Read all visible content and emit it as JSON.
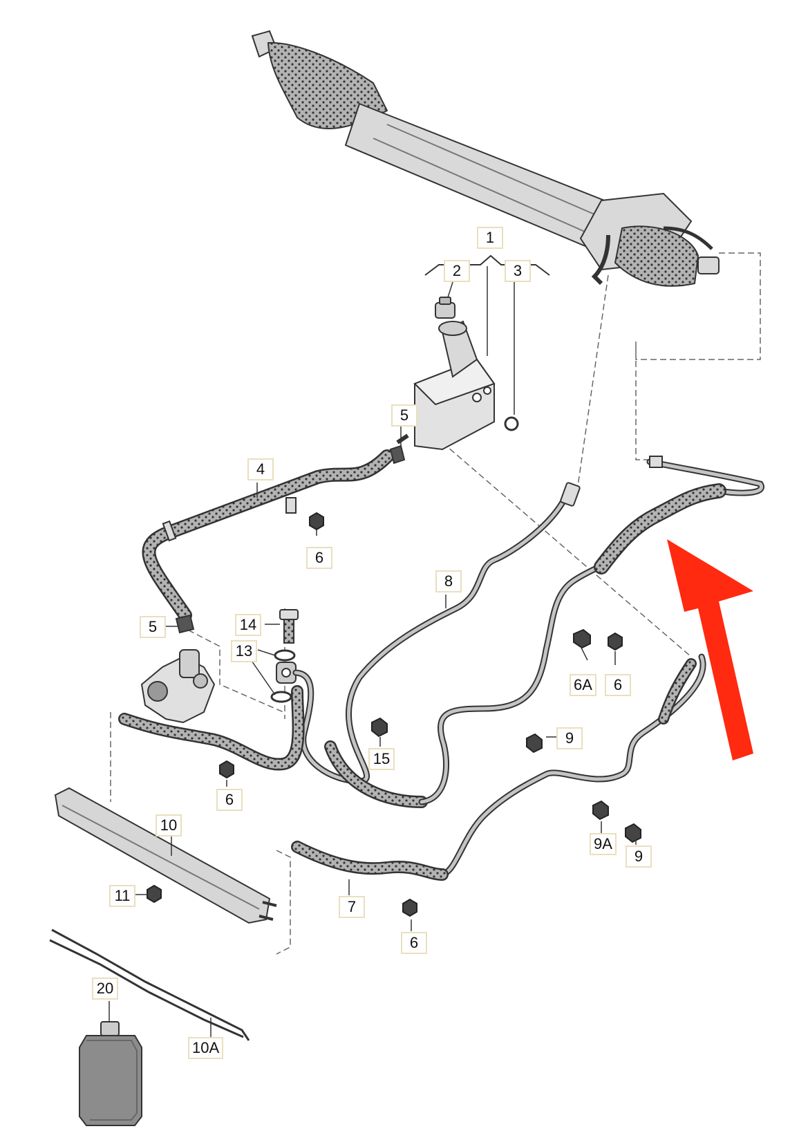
{
  "colors": {
    "line": "#333333",
    "hose_fill": "#a9a9a9",
    "pipe_fill": "#bdbdbd",
    "part_fill": "#d9d9d9",
    "label_border": "#e9dfbf",
    "arrow": "#ff2a10"
  },
  "callouts": {
    "c1": "1",
    "c2": "2",
    "c3": "3",
    "c4": "4",
    "c5a": "5",
    "c5b": "5",
    "c6a": "6",
    "c6b": "6",
    "c6c": "6",
    "c6d": "6",
    "c6A": "6A",
    "c7": "7",
    "c8": "8",
    "c9a": "9",
    "c9b": "9",
    "c9A": "9A",
    "c10": "10",
    "c10A": "10A",
    "c11": "11",
    "c13": "13",
    "c14": "14",
    "c15": "15",
    "c20": "20"
  }
}
